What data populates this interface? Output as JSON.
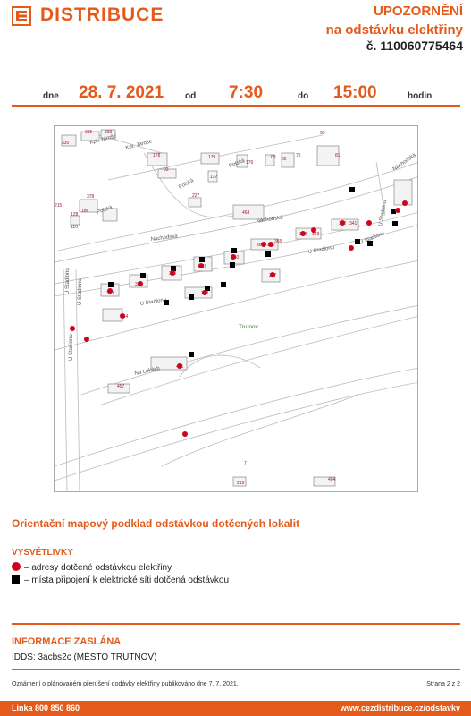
{
  "header": {
    "logo_text": "DISTRIBUCE",
    "notice_line1": "UPOZORNĚNÍ",
    "notice_line2": "na odstávku elektřiny",
    "notice_number": "č. 110060775464"
  },
  "outage": {
    "date_label": "dne",
    "date": "28. 7. 2021",
    "from_label": "od",
    "from_time": "7:30",
    "to_label": "do",
    "to_time": "15:00",
    "hours_label": "hodin"
  },
  "map": {
    "labels": {
      "nachodska_1": "Náchodská",
      "nachodska_2": "Náchodská",
      "nachodska_3": "Náchodská",
      "u_stadionu_1": "U Stadionu",
      "u_stadionu_2": "U Stadionu",
      "u_stadionu_3": "U Stadionu",
      "u_stadionu_v1": "U Stadionu",
      "u_stadionu_v2": "U Stadionu",
      "u_stadionu_v3": "U Stadionu",
      "u_stadionu_v4": "U Stadionu",
      "polska_1": "Polská",
      "polska_2": "Polská",
      "polska_3": "Polská",
      "kpt_jarose_1": "Kpt. Jaroše",
      "kpt_jarose_2": "Kpt. Jaroše",
      "na_lukach": "Na Lukách",
      "trutnov": "Trutnov"
    },
    "house_numbers": [
      "330",
      "335",
      "339",
      "95",
      "178",
      "93",
      "179",
      "176",
      "63",
      "62",
      "75",
      "81",
      "227",
      "137",
      "378",
      "215",
      "128",
      "186",
      "110",
      "464",
      "342",
      "341",
      "343",
      "344",
      "362",
      "355",
      "365",
      "340",
      "347",
      "349",
      "350",
      "351",
      "353",
      "368",
      "354",
      "451",
      "457",
      "484",
      "219",
      "7"
    ]
  },
  "map_caption": "Orientační mapový podklad odstávkou dotčených lokalit",
  "legend": {
    "title": "VYSVĚTLIVKY",
    "dot_text": "– adresy dotčené odstávkou elektřiny",
    "square_text": "– místa připojení k elektrické síti dotčená odstávkou"
  },
  "info": {
    "title": "INFORMACE ZASLÁNA",
    "text": "IDDS: 3acbs2c (MĚSTO TRUTNOV)"
  },
  "footer": {
    "note": "Oznámení o plánovaném přerušení dodávky elektřiny publikováno dne 7. 7. 2021.",
    "page": "Strana 2 z 2",
    "hotline": "Linka 800 850 860",
    "url": "www.cezdistribuce.cz/odstavky"
  },
  "colors": {
    "brand": "#e35a1a",
    "marker_address": "#d0021b",
    "marker_connection": "#000000"
  }
}
